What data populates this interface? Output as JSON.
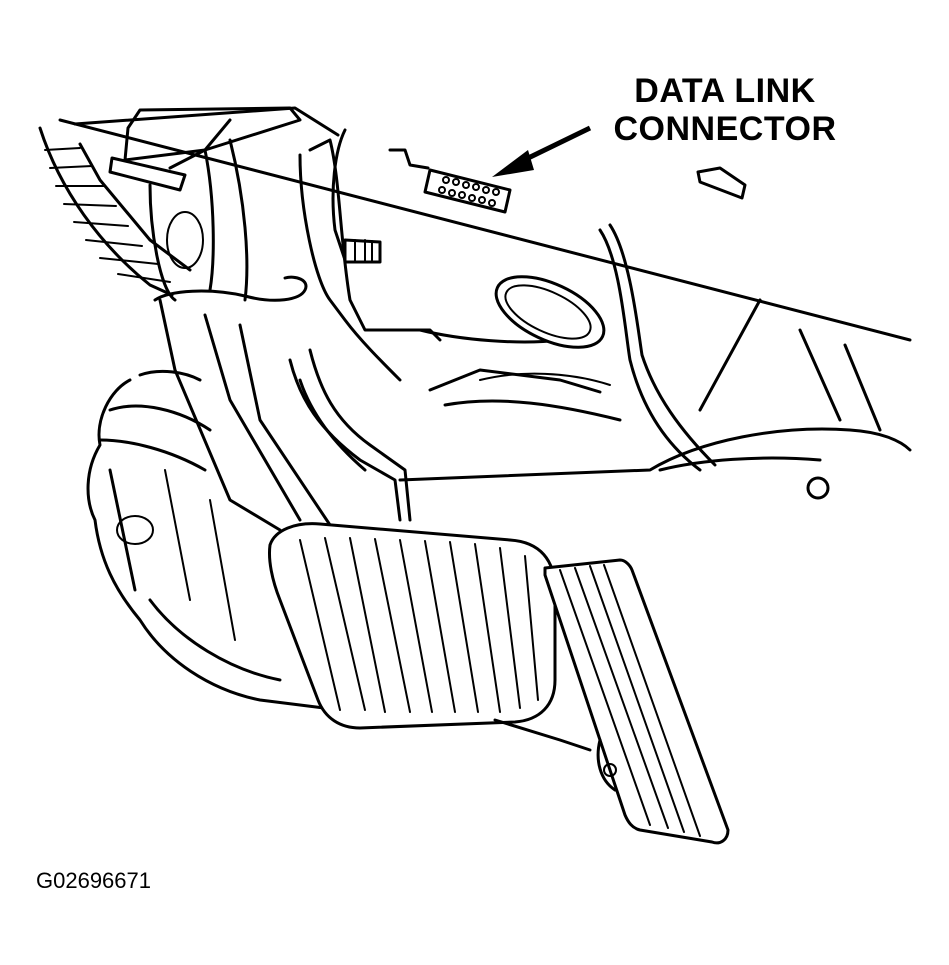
{
  "callout": {
    "line1": "DATA LINK",
    "line2": "CONNECTOR"
  },
  "figure_id": "G02696671",
  "colors": {
    "ink": "#000000",
    "paper": "#ffffff"
  }
}
